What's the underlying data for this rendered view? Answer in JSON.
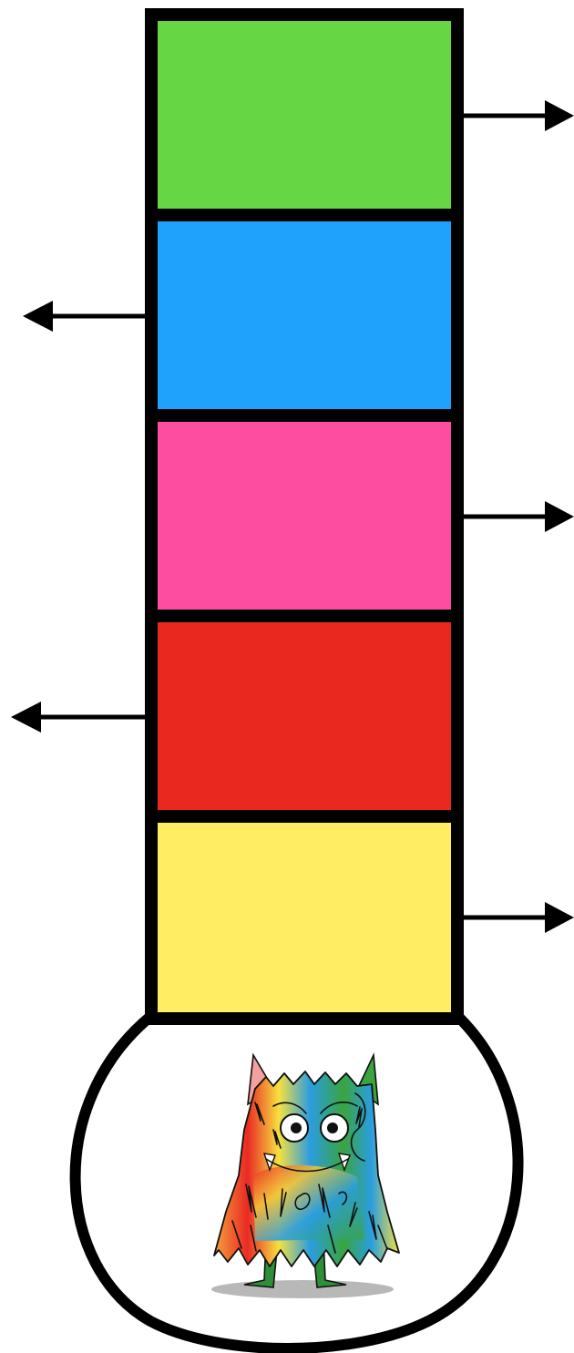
{
  "thermometer": {
    "bands": [
      {
        "name": "green",
        "color": "#66d645",
        "arrow": "right"
      },
      {
        "name": "blue",
        "color": "#1fa2fb",
        "arrow": "left"
      },
      {
        "name": "pink",
        "color": "#fd4da0",
        "arrow": "right"
      },
      {
        "name": "red",
        "color": "#e9281f",
        "arrow": "left"
      },
      {
        "name": "yellow",
        "color": "#ffee63",
        "arrow": "right"
      }
    ],
    "bulb": {
      "illustration": "color-monster-icon",
      "fill": "#ffffff",
      "outline": "#000000"
    }
  }
}
